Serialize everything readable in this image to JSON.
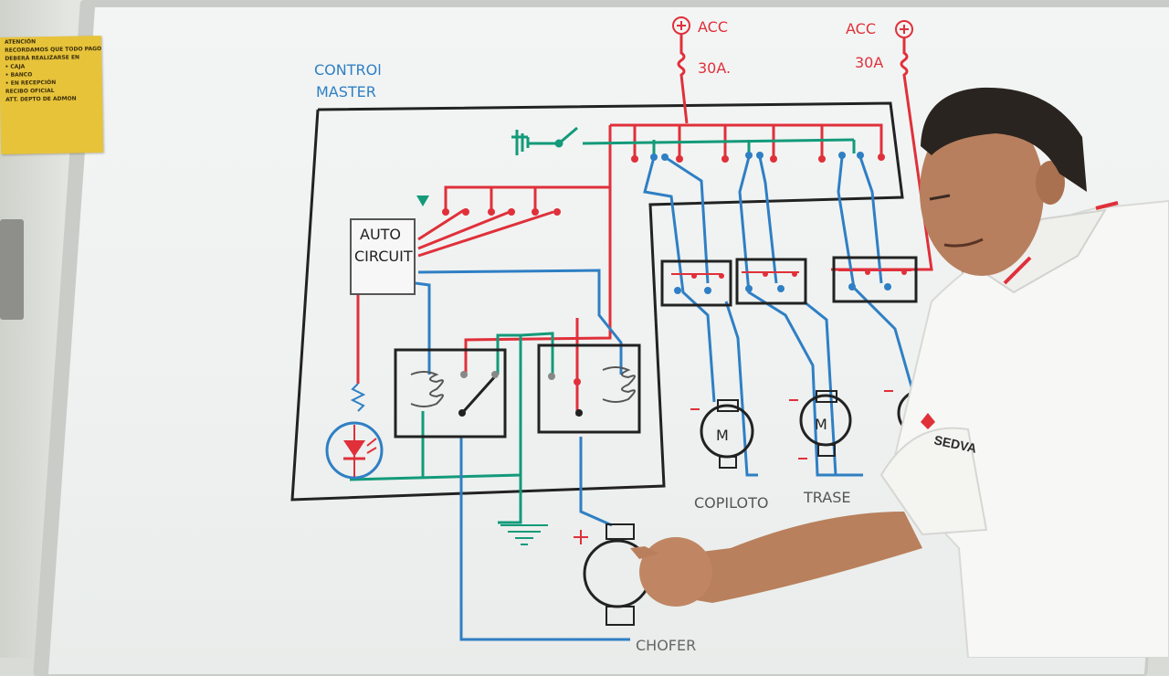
{
  "notice": {
    "lines": [
      "ATENCIÓN",
      "RECORDAMOS QUE TODO PAGO",
      "DEBERÁ REALIZARSE EN",
      "• CAJA",
      "• BANCO",
      "• EN RECEPCIÓN",
      "RECIBO OFICIAL",
      "ATT. DEPTO DE ADMON"
    ]
  },
  "diagram": {
    "title_line1": "CONTROl",
    "title_line2": "MASTER",
    "acc_left": "ACC",
    "acc_right": "ACC",
    "fuse_left": "30A.",
    "fuse_right": "30A",
    "auto_circuit_line1": "AUTO",
    "auto_circuit_line2": "CIRCUIT",
    "motor_symbol": "M",
    "label_copiloto": "COPILOTO",
    "label_trasero": "TRASE",
    "label_chofer": "CHOFER"
  },
  "logo": {
    "text": "SEDVA"
  },
  "colors": {
    "red": "#e0303a",
    "blue": "#2f7fc4",
    "green": "#139a7a",
    "black": "#222222"
  }
}
